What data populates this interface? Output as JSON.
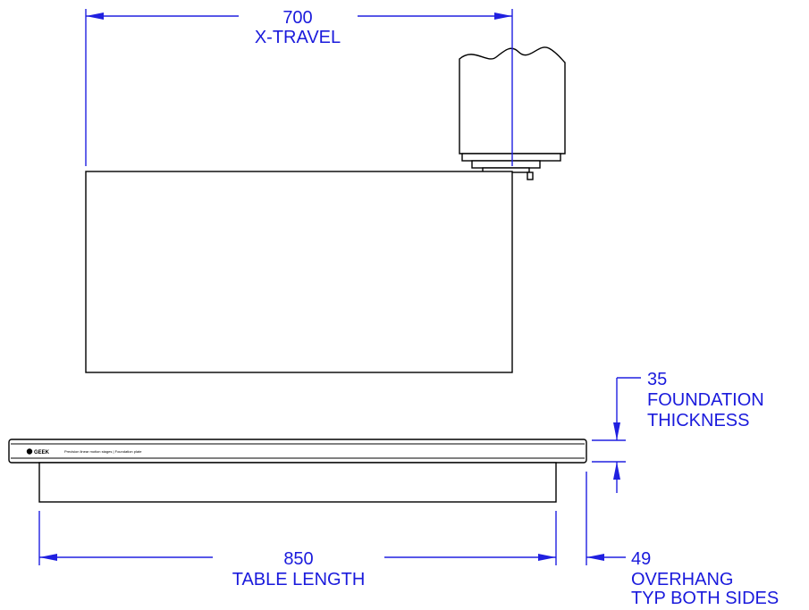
{
  "colors": {
    "dimension": "#1a1adc",
    "part_outline": "#000000",
    "background": "#ffffff"
  },
  "dimensions": {
    "x_travel": {
      "value": "700",
      "label": "X-TRAVEL"
    },
    "foundation": {
      "value": "35",
      "label_line1": "FOUNDATION",
      "label_line2": "THICKNESS"
    },
    "table_length": {
      "value": "850",
      "label": "TABLE LENGTH"
    },
    "overhang": {
      "value": "49",
      "label_line1": "OVERHANG",
      "label_line2": "TYP BOTH SIDES"
    }
  },
  "foundation_plate": {
    "logo_text": "GEEK",
    "tagline": "Precision linear motion stages | Foundation plate"
  }
}
